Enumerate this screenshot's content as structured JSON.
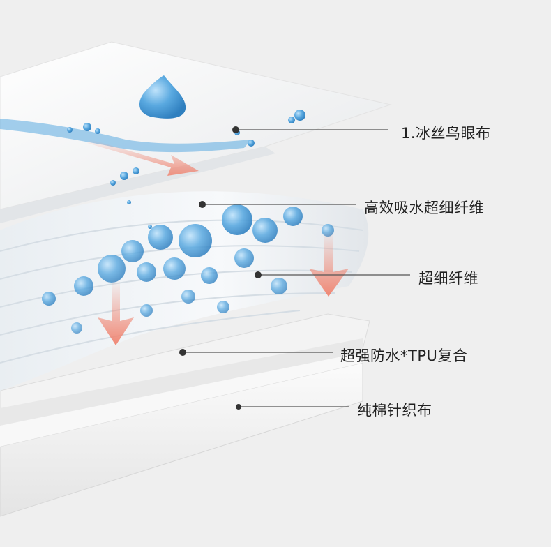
{
  "callouts": [
    {
      "id": "layer-1",
      "text": "1.冰丝鸟眼布"
    },
    {
      "id": "layer-2",
      "text": "高效吸水超细纤维"
    },
    {
      "id": "layer-3",
      "text": "超细纤维"
    },
    {
      "id": "layer-4",
      "text": "超强防水*TPU复合"
    },
    {
      "id": "layer-5",
      "text": "纯棉针织布"
    }
  ],
  "colors": {
    "background": "#efefef",
    "water_drop": "#5aa9e0",
    "arrow": "#f0826e",
    "leader_line": "#555555",
    "dot": "#333333"
  }
}
